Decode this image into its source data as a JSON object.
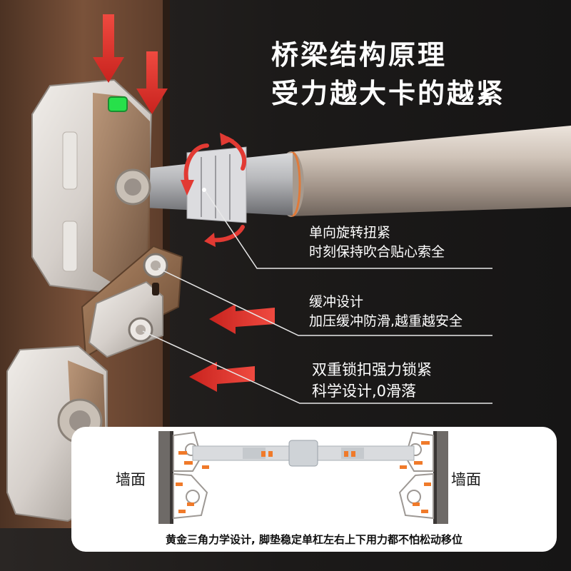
{
  "headline": {
    "line1": "桥梁结构原理",
    "line2": "受力越大卡的越紧"
  },
  "callouts": [
    {
      "line1": "单向旋转扭紧",
      "line2": "时刻保持吹合贴心索全"
    },
    {
      "line1": "缓冲设计",
      "line2": "加压缓冲防滑,越重越安全"
    },
    {
      "line1": "双重锁扣强力锁紧",
      "line2": "科学设计,0滑落"
    }
  ],
  "diagram": {
    "wall_label_left": "墙面",
    "wall_label_right": "墙面",
    "caption": "黄金三角力学设计, 脚垫稳定单杠左右上下用力都不怕松动移位"
  },
  "colors": {
    "background": "#1b1a1a",
    "wall": "#6e4a34",
    "arrow_red": "#e23a33",
    "bracket_metal": "#d8d3cf",
    "accent_orange": "#f07a2a",
    "level_green": "#27e04a"
  }
}
